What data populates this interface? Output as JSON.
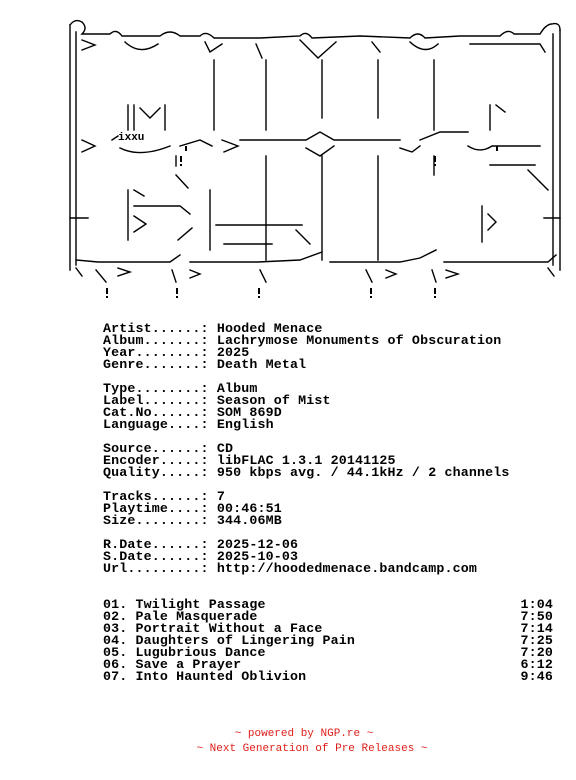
{
  "info_groups": [
    [
      {
        "label": "Artist......:",
        "value": "Hooded Menace"
      },
      {
        "label": "Album.......:",
        "value": "Lachrymose Monuments of Obscuration"
      },
      {
        "label": "Year........:",
        "value": "2025"
      },
      {
        "label": "Genre.......:",
        "value": "Death Metal"
      }
    ],
    [
      {
        "label": "Type........:",
        "value": "Album"
      },
      {
        "label": "Label.......:",
        "value": "Season of Mist"
      },
      {
        "label": "Cat.No......:",
        "value": "SOM 869D"
      },
      {
        "label": "Language....:",
        "value": "English"
      }
    ],
    [
      {
        "label": "Source......:",
        "value": "CD"
      },
      {
        "label": "Encoder.....:",
        "value": "libFLAC 1.3.1 20141125"
      },
      {
        "label": "Quality.....:",
        "value": "950 kbps avg. / 44.1kHz / 2 channels"
      }
    ],
    [
      {
        "label": "Tracks......:",
        "value": "7"
      },
      {
        "label": "Playtime....:",
        "value": "00:46:51"
      },
      {
        "label": "Size........:",
        "value": "344.06MB"
      }
    ],
    [
      {
        "label": "R.Date......:",
        "value": "2025-12-06"
      },
      {
        "label": "S.Date......:",
        "value": "2025-10-03"
      },
      {
        "label": "Url.........:",
        "value": "http://hoodedmenace.bandcamp.com"
      }
    ]
  ],
  "tracks": [
    {
      "number": "01.",
      "title": "Twilight Passage",
      "duration": "1:04"
    },
    {
      "number": "02.",
      "title": "Pale Masquerade",
      "duration": "7:50"
    },
    {
      "number": "03.",
      "title": "Portrait Without a Face",
      "duration": "7:14"
    },
    {
      "number": "04.",
      "title": "Daughters of Lingering Pain",
      "duration": "7:25"
    },
    {
      "number": "05.",
      "title": "Lugubrious Dance",
      "duration": "7:20"
    },
    {
      "number": "06.",
      "title": "Save a Prayer",
      "duration": "6:12"
    },
    {
      "number": "07.",
      "title": "Into Haunted Oblivion",
      "duration": "9:46"
    }
  ],
  "art_text": "ixxu",
  "footer": {
    "line1": "~ powered by NGP.re ~",
    "line2": "~ Next Generation of Pre Releases ~"
  },
  "colors": {
    "text": "#000000",
    "footer": "#e0201b",
    "background": "#ffffff"
  }
}
